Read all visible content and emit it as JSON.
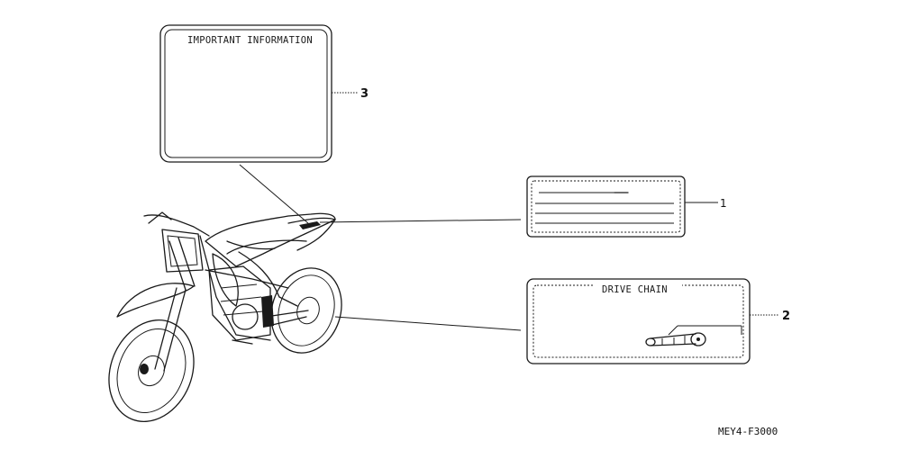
{
  "labels": {
    "important_information": "IMPORTANT INFORMATION",
    "drive_chain": "DRIVE CHAIN"
  },
  "callouts": {
    "part_1": "1",
    "part_2": "2",
    "part_3": "3"
  },
  "diagram_code": "MEY4-F3000"
}
